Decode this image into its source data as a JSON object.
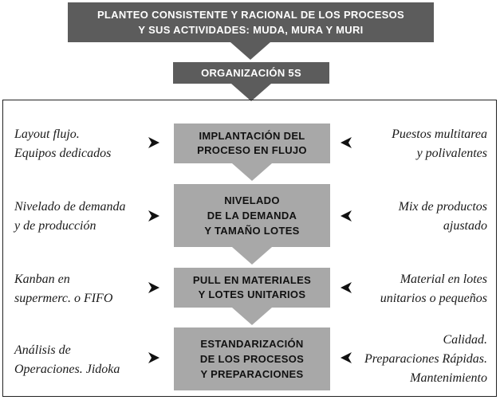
{
  "top_box": {
    "lines": [
      "PLANTEO CONSISTENTE Y RACIONAL DE LOS PROCESOS",
      "Y SUS ACTIVIDADES: MUDA, MURA Y MURI"
    ]
  },
  "org_box": {
    "label": "ORGANIZACIÓN 5S"
  },
  "steps": [
    {
      "lines": [
        {
          "pre": "IMPLANTACIÓN DEL",
          "bold": ""
        },
        {
          "pre": "PROCESO EN ",
          "bold": "FLUJO"
        }
      ]
    },
    {
      "lines": [
        {
          "pre": "",
          "bold": "NIVELADO"
        },
        {
          "pre": "DE LA DEMANDA",
          "bold": ""
        },
        {
          "pre": "Y TAMAÑO LOTES",
          "bold": ""
        }
      ]
    },
    {
      "lines": [
        {
          "pre": "",
          "bold": "PULL",
          "post": " EN MATERIALES"
        },
        {
          "pre": "Y LOTES UNITARIOS",
          "bold": ""
        }
      ]
    },
    {
      "lines": [
        {
          "pre": "",
          "bold": "ESTANDARIZACIÓN"
        },
        {
          "pre": "DE LOS PROCESOS",
          "bold": ""
        },
        {
          "pre": "Y PREPARACIONES",
          "bold": ""
        }
      ]
    }
  ],
  "left_notes": [
    [
      "Layout flujo.",
      "Equipos dedicados"
    ],
    [
      "Nivelado de demanda",
      "y de producción"
    ],
    [
      "Kanban en",
      "supermerc. o FIFO"
    ],
    [
      "Análisis de",
      "Operaciones. Jidoka"
    ]
  ],
  "right_notes": [
    [
      "Puestos multitarea",
      "y polivalentes"
    ],
    [
      "Mix de productos",
      "ajustado"
    ],
    [
      "Material en lotes",
      "unitarios o pequeños"
    ],
    [
      "Calidad.",
      "Preparaciones Rápidas.",
      "Mantenimiento"
    ]
  ],
  "colors": {
    "dark": "#5c5c5c",
    "light": "#a8a8a8",
    "text": "#1a1a1a"
  }
}
